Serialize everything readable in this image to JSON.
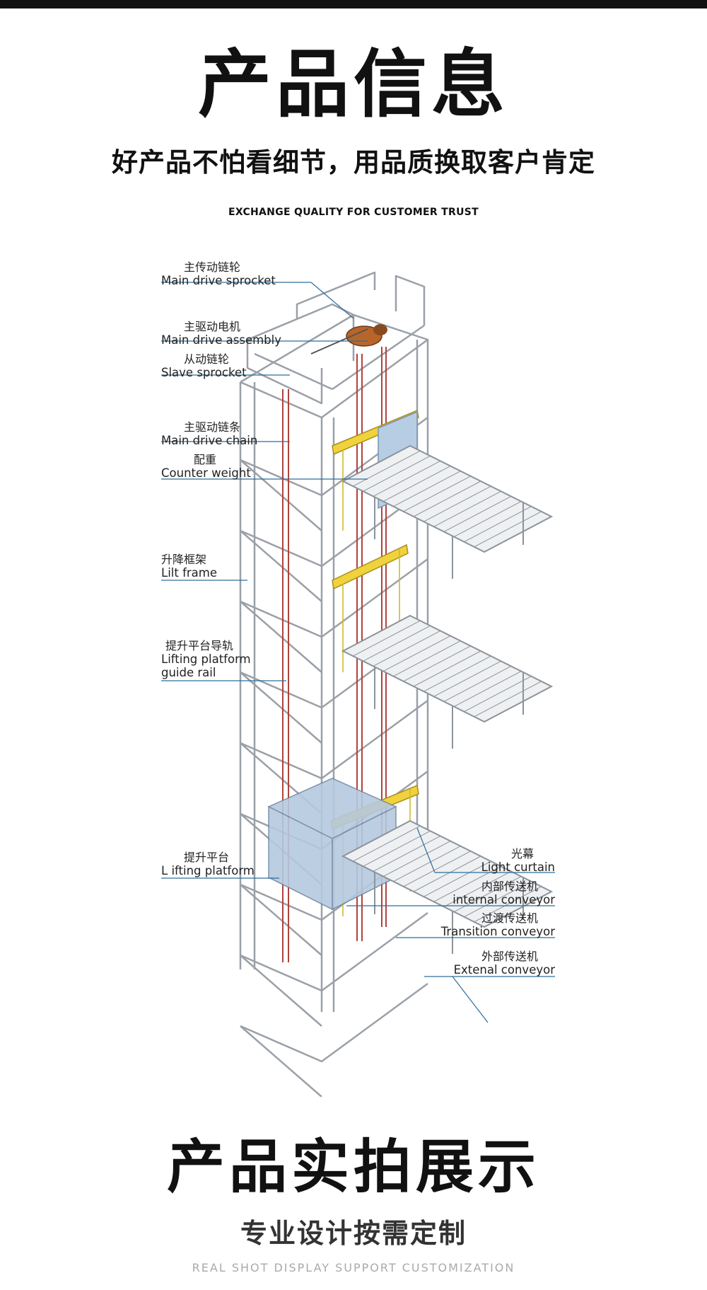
{
  "header": {
    "title": "产品信息",
    "subtitle": "好产品不怕看细节，用品质换取客户肯定",
    "subtitle_en": "EXCHANGE QUALITY FOR CUSTOMER TRUST"
  },
  "diagram": {
    "labels": [
      {
        "cn": "主传动链轮",
        "en": "Main drive sprocket"
      },
      {
        "cn": "主驱动电机",
        "en": "Main drive assembly"
      },
      {
        "cn": "从动链轮",
        "en": "Slave sprocket"
      },
      {
        "cn": "主驱动链条",
        "en": "Main drive chain"
      },
      {
        "cn": "配重",
        "en": "Counter weight"
      },
      {
        "cn": "升降框架",
        "en": "Lilt frame"
      },
      {
        "cn": "提升平台导轨",
        "en": "Lifting platform",
        "en2": "guide rail"
      },
      {
        "cn": "提升平台",
        "en": "L ifting platform"
      },
      {
        "cn": "光幕",
        "en": "Light curtain"
      },
      {
        "cn": "内部传送机",
        "en": "internal conveyor"
      },
      {
        "cn": "过渡传送机",
        "en": "Transition conveyor"
      },
      {
        "cn": "外部传送机",
        "en": "Extenal conveyor"
      }
    ],
    "colors": {
      "frame": "#9aa0a8",
      "leader": "#2f6d9a",
      "chain": "#b0433e",
      "yellow": "#f0d23c",
      "blue": "#9fbbd9",
      "motor": "#b8652a"
    }
  },
  "footer": {
    "title": "产品实拍展示",
    "subtitle": "专业设计按需定制",
    "subtitle_en": "REAL SHOT DISPLAY SUPPORT CUSTOMIZATION"
  }
}
